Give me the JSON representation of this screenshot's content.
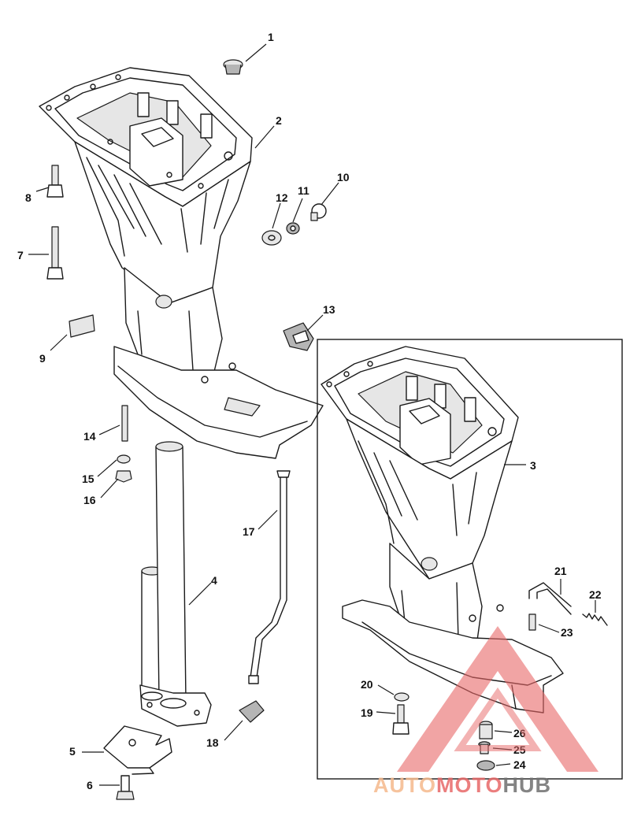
{
  "callouts": [
    "1",
    "2",
    "3",
    "4",
    "5",
    "6",
    "7",
    "8",
    "9",
    "10",
    "11",
    "12",
    "13",
    "14",
    "15",
    "16",
    "17",
    "18",
    "19",
    "20",
    "21",
    "22",
    "23",
    "24",
    "25",
    "26"
  ],
  "watermark": {
    "part1": "AUTO",
    "part2": "MOTO",
    "part3": "HUB",
    "color_light": "#f5b98c",
    "color_red": "#e86868",
    "color_dark": "#6f6f6f"
  }
}
